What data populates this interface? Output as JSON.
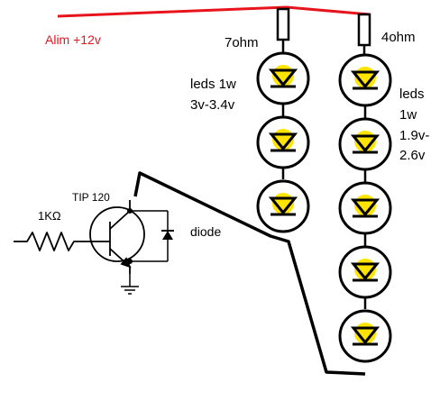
{
  "labels": {
    "supply": "Alim +12v",
    "res_left": "7ohm",
    "res_right": "4ohm",
    "leds_left_line1": "leds 1w",
    "leds_left_line2": "3v-3.4v",
    "leds_right_line1": "leds",
    "leds_right_line2": "1w",
    "leds_right_line3": "1.9v-",
    "leds_right_line4": "2.6v",
    "transistor": "TIP 120",
    "base_resistor": "1KΩ",
    "diode": "diode"
  },
  "icons": {
    "led": "led-icon",
    "resistor": "resistor-icon",
    "transistor": "npn-transistor-icon",
    "diode": "diode-icon",
    "ground": "ground-icon"
  },
  "colors": {
    "supply_wire": "#e8141c",
    "supply_label": "#e8141c",
    "led_glow": "#ffe400",
    "wire": "#000000"
  },
  "strings": {
    "left_led_count": 3,
    "right_led_count": 5
  }
}
